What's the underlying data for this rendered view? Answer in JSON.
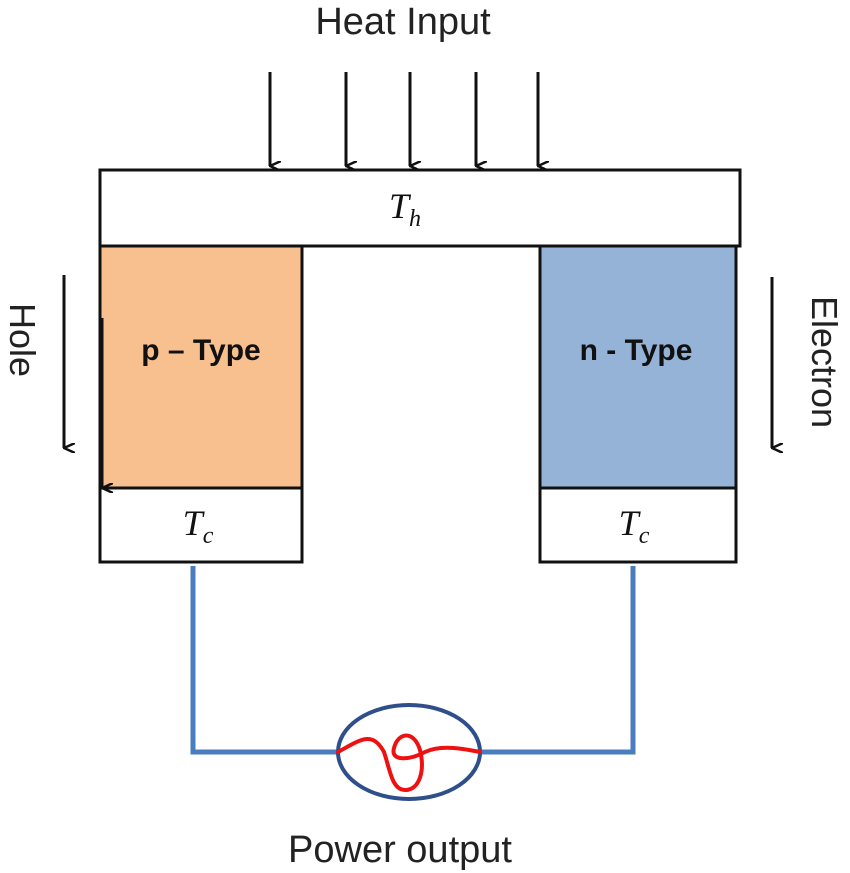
{
  "heat_input_label": "Heat Input",
  "hot_side": {
    "temp_symbol": "T",
    "temp_subscript": "h"
  },
  "p_leg": {
    "label": "p – Type",
    "color": "#f8c08f"
  },
  "n_leg": {
    "label": "n - Type",
    "color": "#95b3d7"
  },
  "cold_left": {
    "temp_symbol": "T",
    "temp_subscript": "c"
  },
  "cold_right": {
    "temp_symbol": "T",
    "temp_subscript": "c"
  },
  "hole_label": "Hole",
  "electron_label": "Electron",
  "power_output_label": "Power output",
  "colors": {
    "wire": "#4a7cc0",
    "filament": "#ee1111",
    "bulb_outline": "#2e4f8a",
    "stroke": "#111111"
  },
  "icons": {
    "load": "light-bulb-icon",
    "heat_arrows": "arrow-down-icon"
  }
}
